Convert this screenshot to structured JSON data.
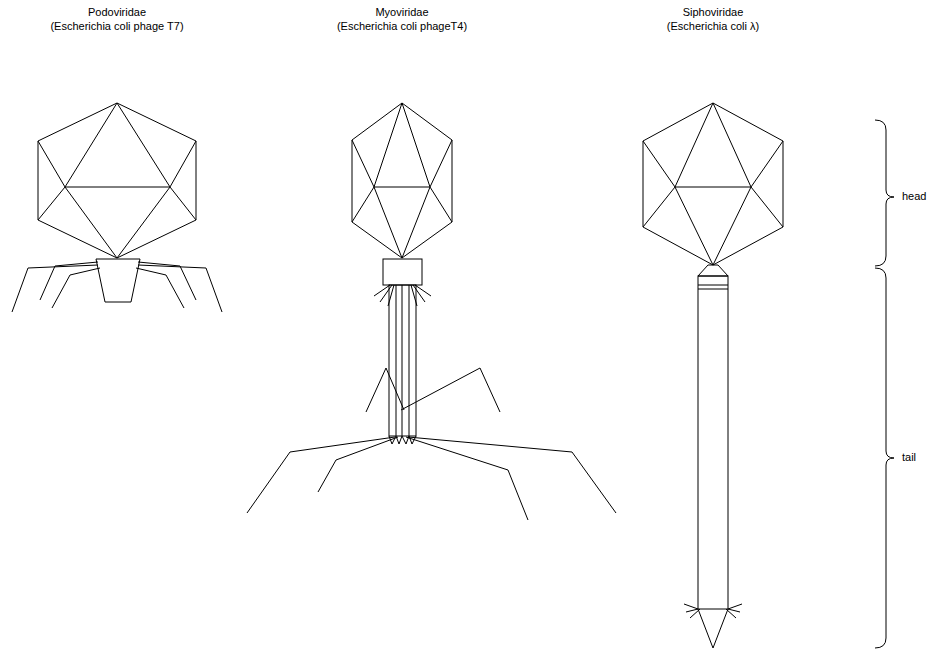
{
  "diagram": {
    "labels": [
      "Podoviridae",
      "(Escherichia coli phage T7)",
      "Myoviridae",
      "(Escherichia coli phageT4)",
      "Siphoviridae",
      "(Escherichia coli λ)",
      "head",
      "tail"
    ]
  }
}
